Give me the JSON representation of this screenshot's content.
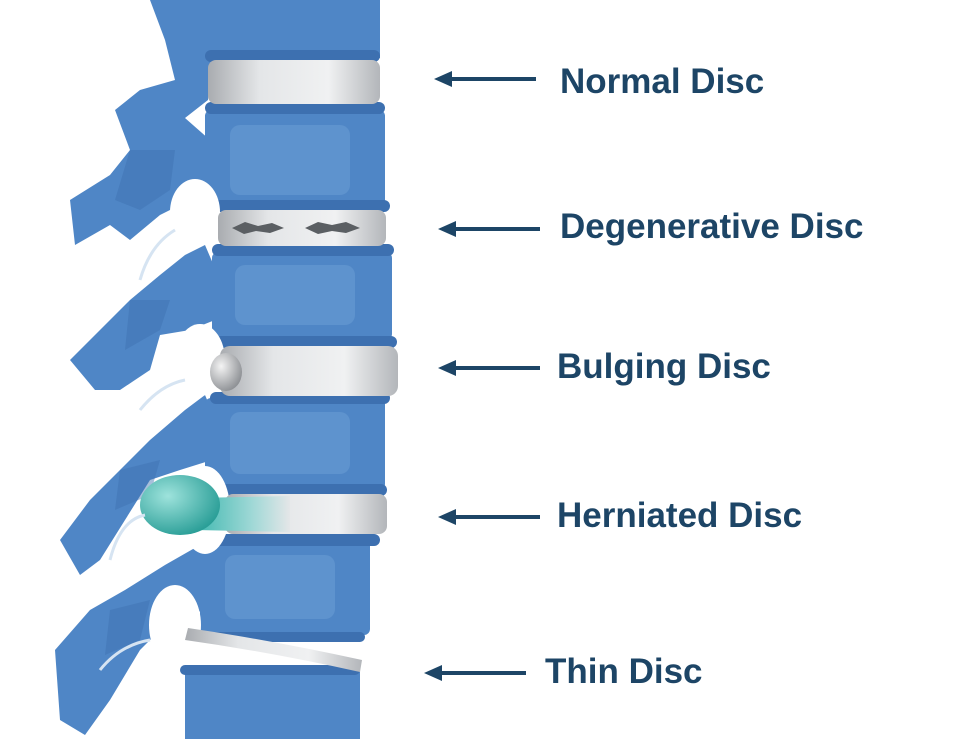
{
  "colors": {
    "background": "#ffffff",
    "bone": "#4f86c6",
    "bone_dark": "#3d70b0",
    "bone_light": "#6d9fd6",
    "disc": "#d8dadc",
    "disc_shade": "#b9bcbf",
    "herniation": "#3fb8b0",
    "label_text": "#1d4566",
    "arrow": "#1d4566"
  },
  "labels": {
    "normal": "Normal Disc",
    "degenerative": "Degenerative Disc",
    "bulging": "Bulging Disc",
    "herniated": "Herniated Disc",
    "thin": "Thin Disc"
  }
}
